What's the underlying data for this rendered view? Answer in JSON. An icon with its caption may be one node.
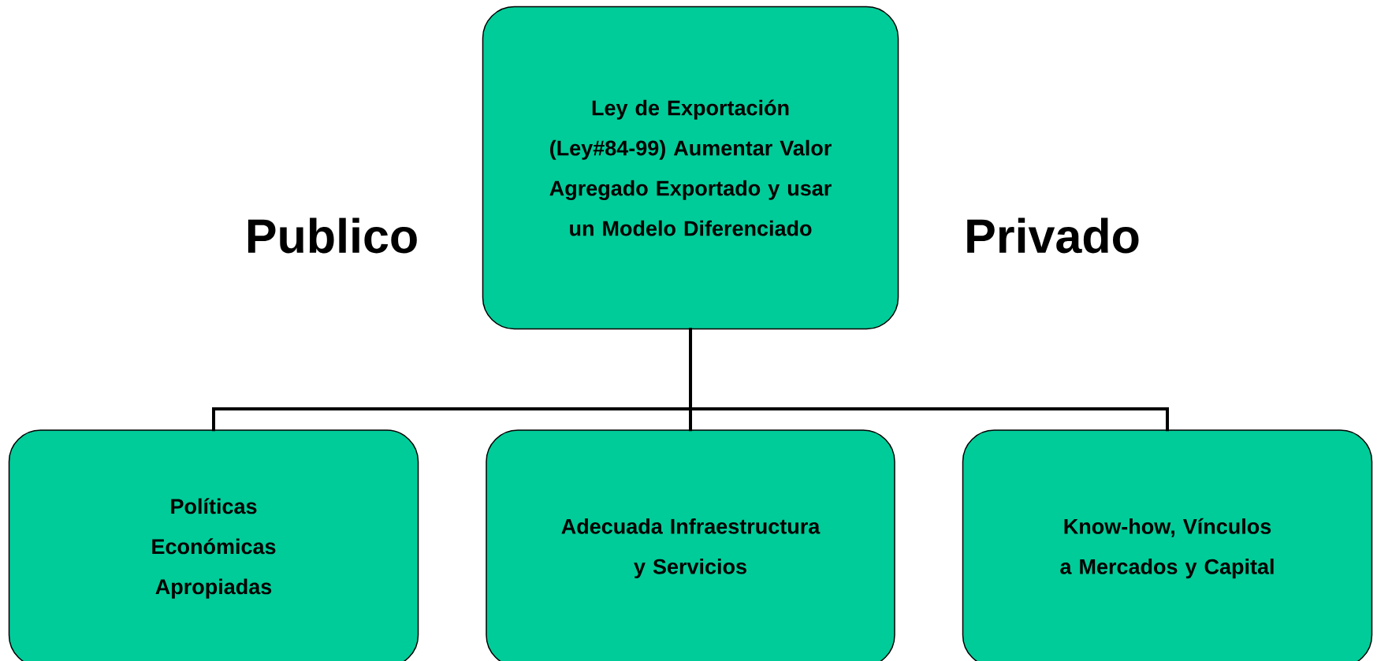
{
  "diagram": {
    "nodes": [
      {
        "text": [
          "Ley de Exportación (Ley#84-99) Aumentar Valor Agregado Exportado y usar un Modelo Diferenciado"
        ]
      },
      {
        "text": [
          "Políticas Económicas Apropiadas"
        ]
      },
      {
        "text": [
          "Adecuada Infraestructura y Servicios"
        ]
      },
      {
        "text": [
          "Know-how, Vínculos a Mercados y Capital"
        ]
      }
    ],
    "edges": [
      {
        "from": 0,
        "to": 1,
        "arrow": "none"
      },
      {
        "from": 0,
        "to": 2,
        "arrow": "none"
      },
      {
        "from": 0,
        "to": 3,
        "arrow": "none"
      }
    ],
    "labels": [
      "Publico",
      "Privado"
    ]
  }
}
